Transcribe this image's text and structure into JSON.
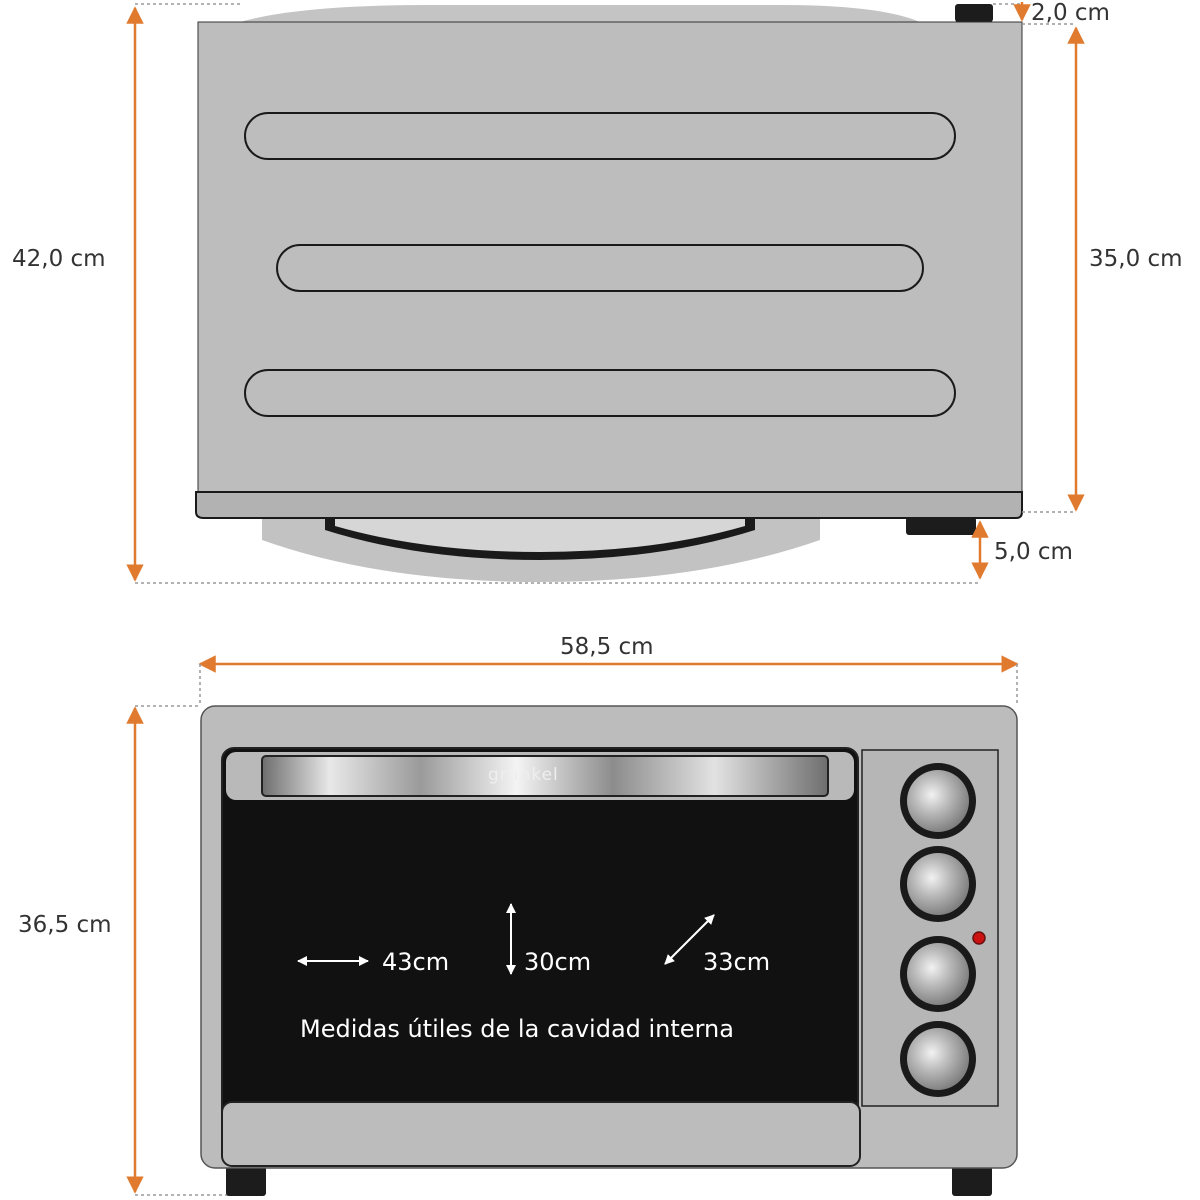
{
  "top_view": {
    "label_depth_total": "42,0 cm",
    "label_depth_body": "35,0 cm",
    "label_knob_depth": "2,0 cm",
    "label_handle_depth": "5,0 cm"
  },
  "front_view": {
    "label_width": "58,5 cm",
    "label_height": "36,5 cm",
    "brand_logo": "grunkel",
    "cavity": {
      "width": "43cm",
      "height": "30cm",
      "depth": "33cm",
      "caption": "Medidas útiles de la cavidad interna"
    },
    "knob_count": 4,
    "indicator_light": "red"
  },
  "colors": {
    "dimension_arrow": "#e07a2e",
    "body_gray": "#bdbdbd",
    "door_glass": "#111111",
    "outline": "#222222",
    "indicator": "#cc1111"
  }
}
